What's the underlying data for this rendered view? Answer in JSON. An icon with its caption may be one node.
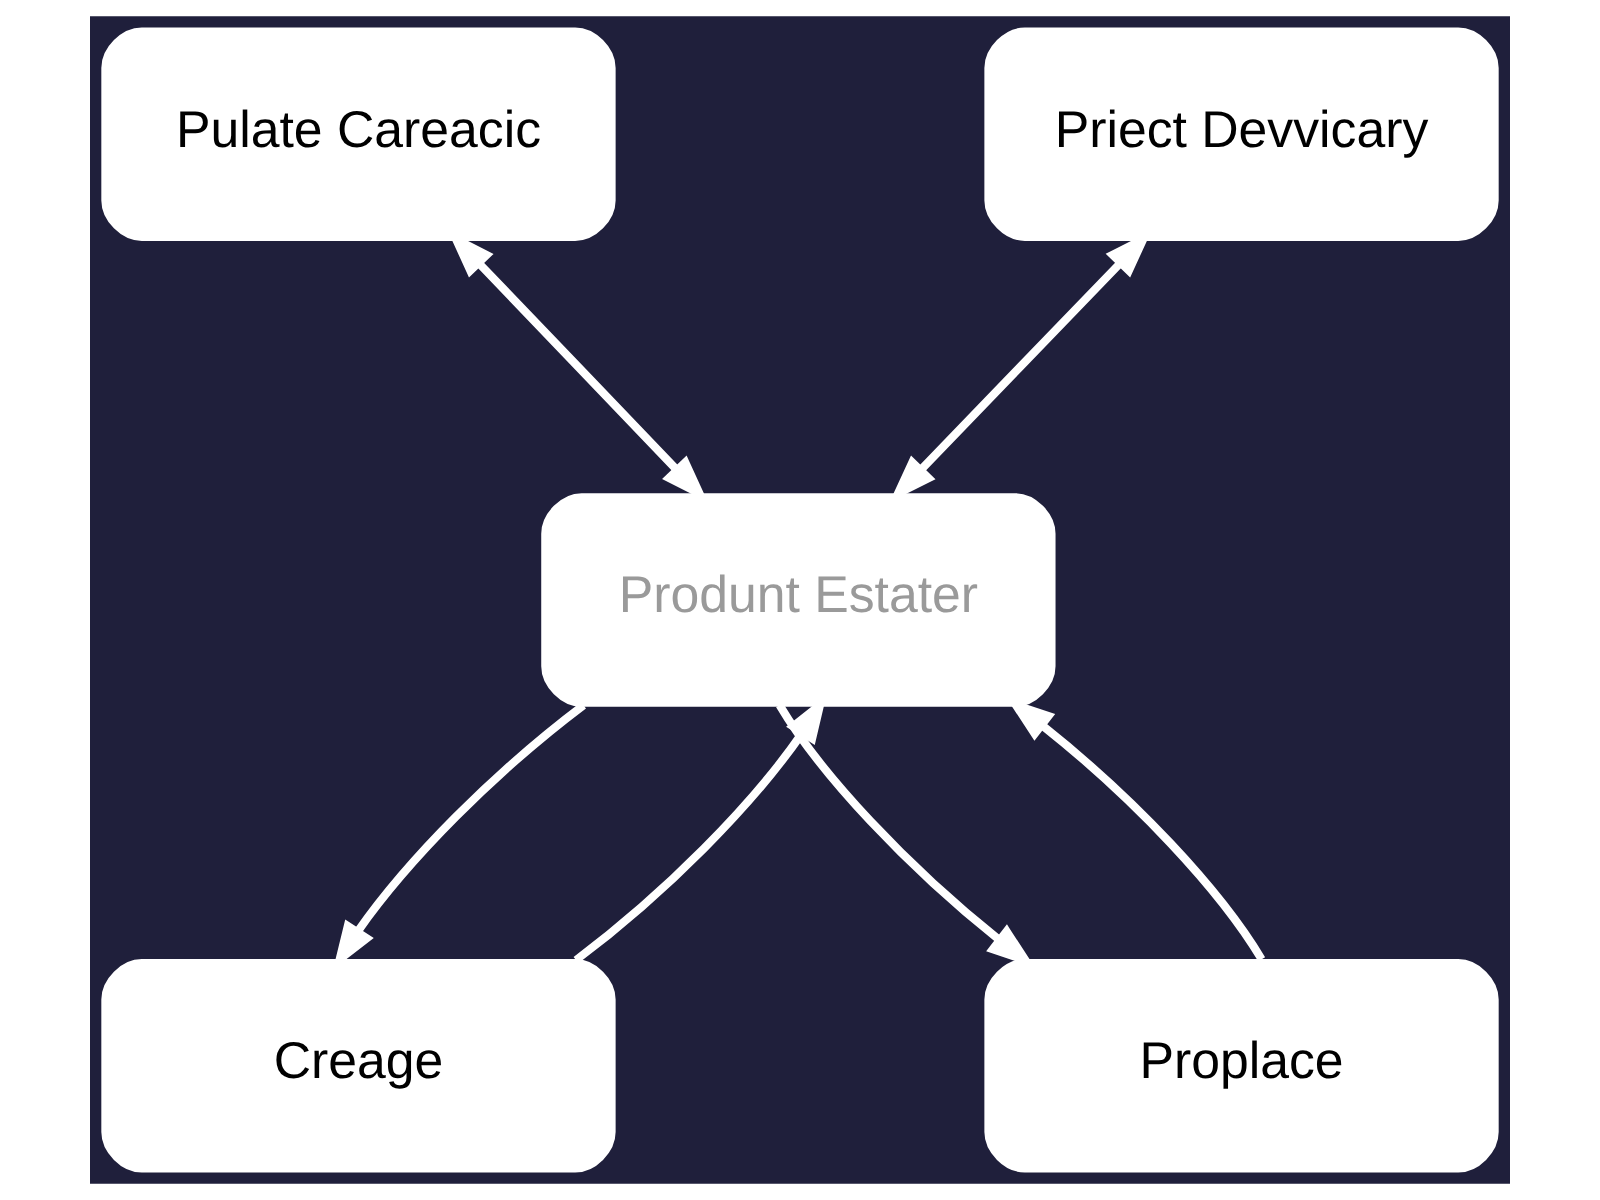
{
  "diagram": {
    "nodes": [
      {
        "text": [
          "Pulate Careacic"
        ]
      },
      {
        "text": [
          "Priect Devvicary"
        ]
      },
      {
        "text": [
          "Produnt Estater"
        ]
      },
      {
        "text": [
          "Creage"
        ]
      },
      {
        "text": [
          "Proplace"
        ]
      }
    ],
    "edges": [
      {
        "from": 2,
        "to": 0,
        "arrow": "both"
      },
      {
        "from": 2,
        "to": 1,
        "arrow": "both"
      },
      {
        "from": 3,
        "to": 2,
        "arrow": "to"
      },
      {
        "from": 4,
        "to": 2,
        "arrow": "to"
      },
      {
        "from": 2,
        "to": 3,
        "arrow": "to"
      },
      {
        "from": 2,
        "to": 4,
        "arrow": "to"
      }
    ]
  }
}
